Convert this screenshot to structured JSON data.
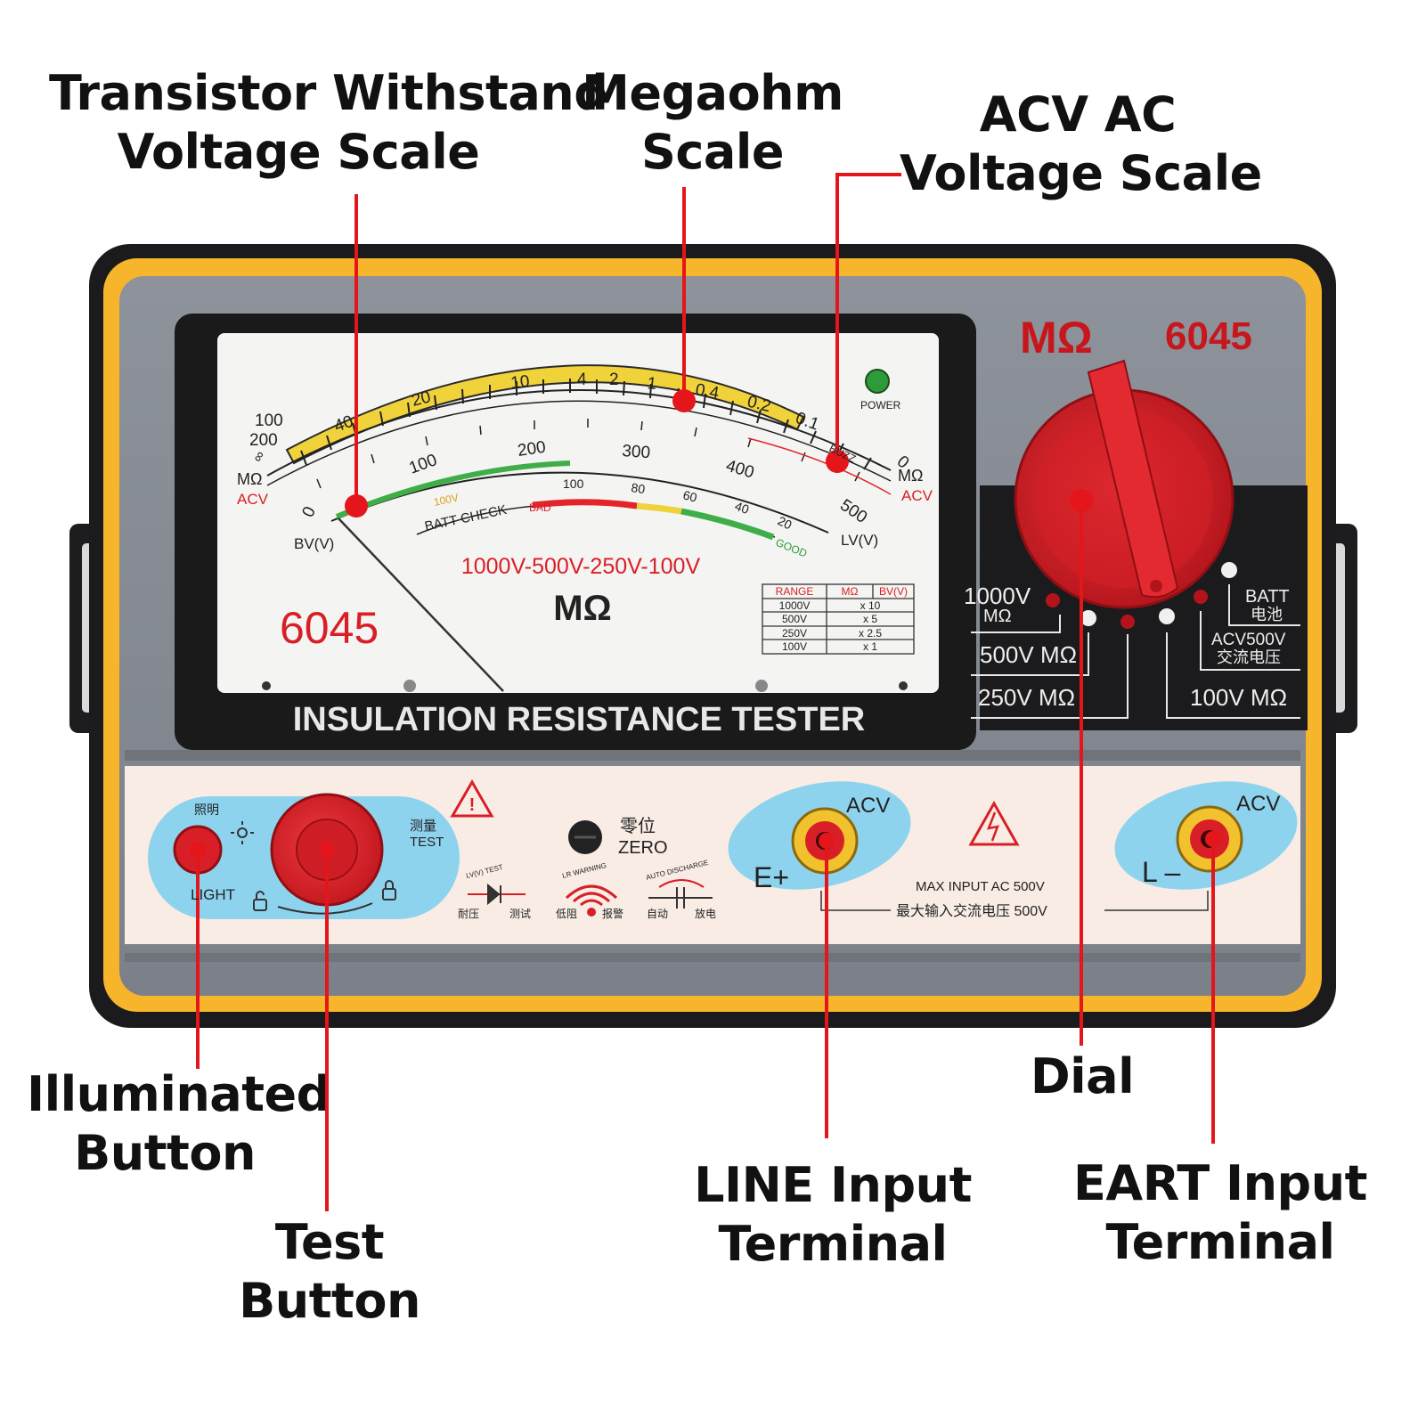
{
  "callouts": {
    "transistor": {
      "line1": "Transistor Withstand",
      "line2": "Voltage Scale"
    },
    "megaohm": {
      "line1": "Megaohm",
      "line2": "Scale"
    },
    "acv": {
      "line1": "ACV AC",
      "line2": "Voltage Scale"
    },
    "illuminated": {
      "line1": "Illuminated",
      "line2": "Button"
    },
    "test": {
      "line1": "Test",
      "line2": "Button"
    },
    "line_input": {
      "line1": "LINE Input",
      "line2": "Terminal"
    },
    "dial": {
      "line1": "Dial"
    },
    "eart_input": {
      "line1": "EART Input",
      "line2": "Terminal"
    }
  },
  "meter": {
    "top_scale": [
      "100",
      "200",
      "40",
      "20",
      "10",
      "4",
      "2",
      "1",
      "0.4",
      "0.2",
      "0.1"
    ],
    "inf_symbol": "∞",
    "mid_scale": [
      "0",
      "100",
      "200",
      "300",
      "400",
      "500"
    ],
    "batt_scale": [
      "100",
      "80",
      "60",
      "40",
      "20"
    ],
    "left_units": {
      "mo": "MΩ",
      "acv": "ACV",
      "bv": "BV(V)"
    },
    "right_units": {
      "mo": "MΩ",
      "acv": "ACV",
      "lv": "LV(V)"
    },
    "zero_right": "0",
    "batt_check": "BATT CHECK",
    "v100": "100V",
    "bad": "BAD",
    "good": "GOOD",
    "buzz": "BUZZ",
    "power": "POWER",
    "range_line": "1000V-500V-250V-100V",
    "unit_big": "MΩ",
    "model": "6045",
    "range_table": {
      "headers": [
        "RANGE",
        "MΩ",
        "BV(V)"
      ],
      "rows": [
        [
          "1000V",
          "x 10"
        ],
        [
          "500V",
          "x 5"
        ],
        [
          "250V",
          "x 2.5"
        ],
        [
          "100V",
          "x 1"
        ]
      ]
    }
  },
  "device": {
    "title": "INSULATION RESISTANCE TESTER",
    "brand_unit": "MΩ",
    "brand_model": "6045",
    "dial_positions": {
      "p1000": "1000V",
      "p1000_unit": "MΩ",
      "p500": "500V MΩ",
      "p250": "250V MΩ",
      "p100": "100V MΩ",
      "batt_en": "BATT",
      "batt_cn": "电池",
      "acv500": "ACV500V",
      "acv_cn": "交流电压"
    },
    "light_cn": "照明",
    "light_en": "LIGHT",
    "test_cn": "测量",
    "test_en": "TEST",
    "zero_cn": "零位",
    "zero_en": "ZERO",
    "icons": {
      "lv_test": "LV(V) TEST",
      "lv_cn_a": "耐压",
      "lv_cn_b": "测试",
      "lr_warning": "LR WARNING",
      "lr_cn_a": "低阻",
      "lr_cn_b": "报警",
      "auto_discharge": "AUTO DISCHARGE",
      "ad_cn_a": "自动",
      "ad_cn_b": "放电"
    },
    "acv_e": "ACV",
    "e_plus": "E+",
    "acv_l": "ACV",
    "l_minus": "L –",
    "max_input": "MAX  INPUT    AC 500V",
    "max_input_cn": "最大输入交流电压 500V"
  },
  "colors": {
    "callout_line": "#e4151b",
    "frame": "#f7b52c",
    "dial_red": "#d81f27"
  }
}
